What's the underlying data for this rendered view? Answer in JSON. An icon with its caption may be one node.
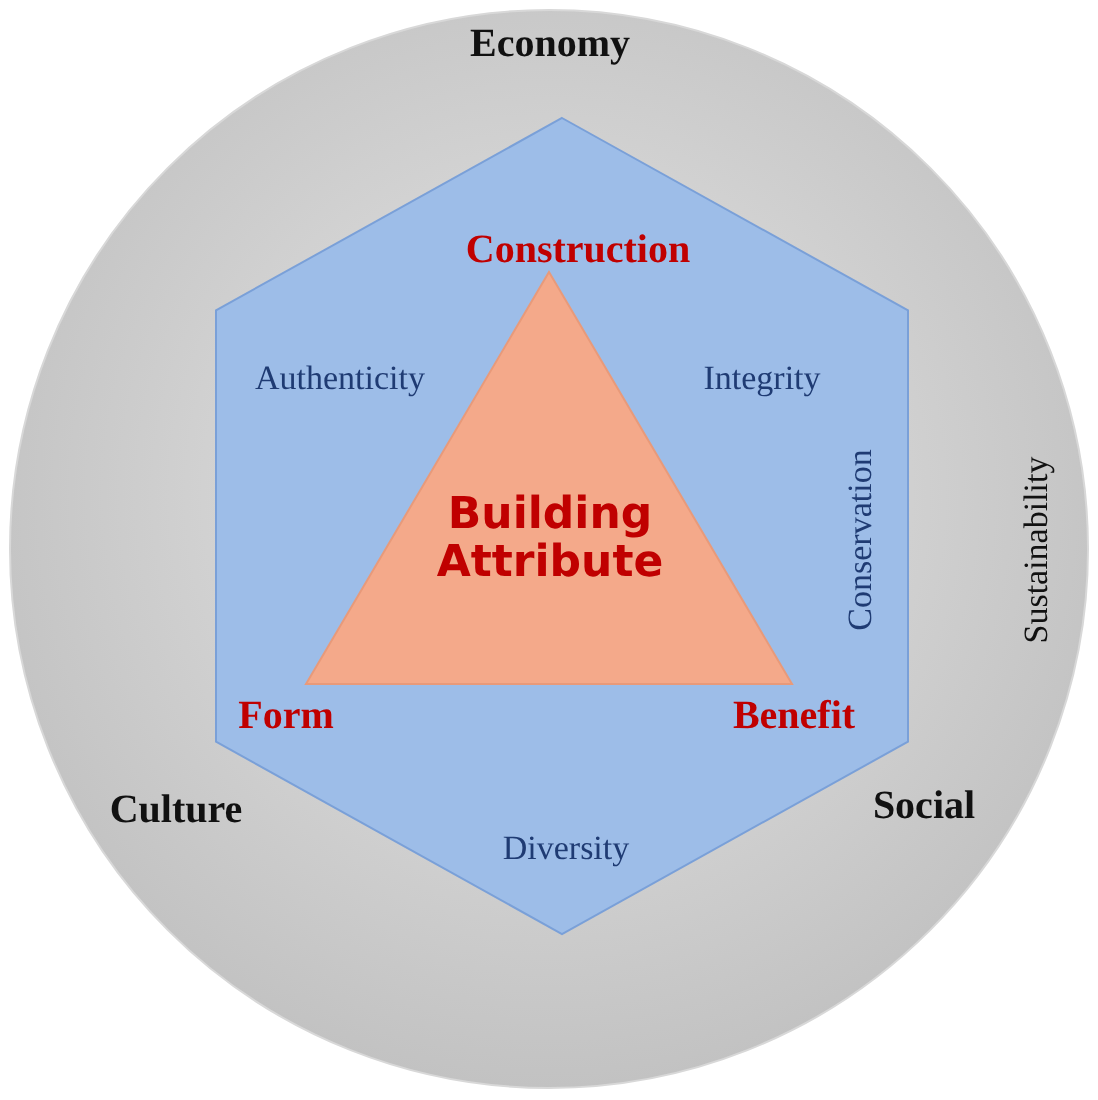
{
  "diagram": {
    "nodes": [
      {
        "text": [
          "Economy",
          "Sustainability",
          "Culture",
          "Social"
        ]
      },
      {
        "text": [
          "Authenticity",
          "Integrity",
          "Conservation",
          "Diversity"
        ],
        "in": 0
      },
      {
        "text": [
          "Building Attribute"
        ],
        "in": 1,
        "beside": [
          "Construction",
          "Form",
          "Benefit"
        ]
      }
    ]
  }
}
